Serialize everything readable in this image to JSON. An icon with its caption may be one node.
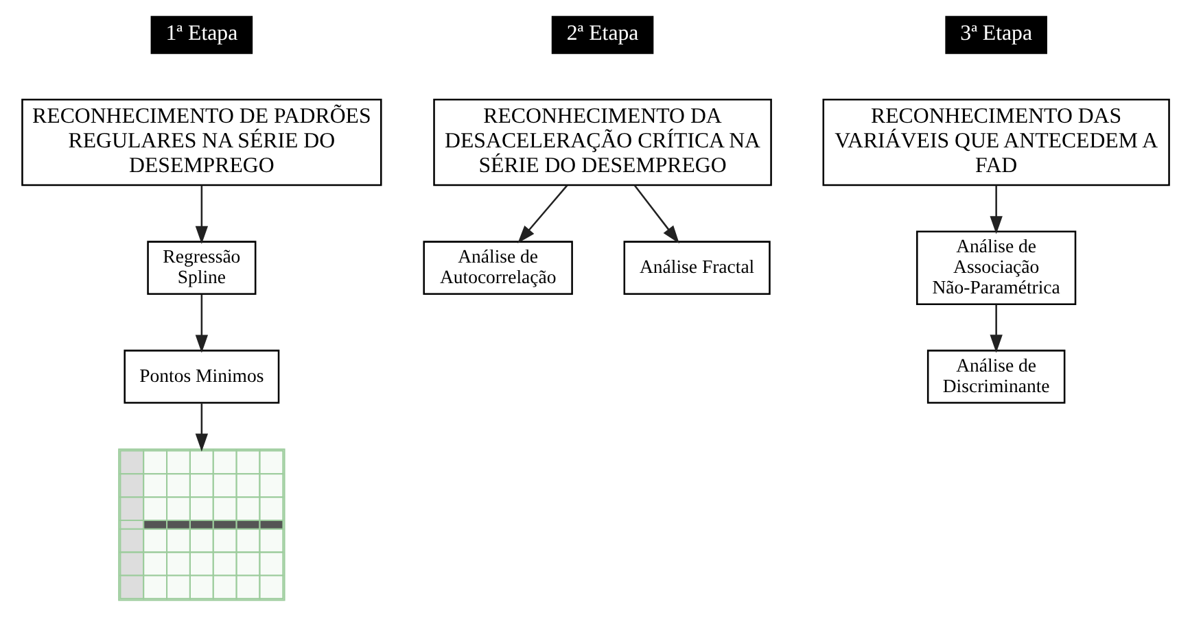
{
  "diagram": {
    "nodes": [
      {
        "text": [
          "1ª Etapa"
        ]
      },
      {
        "text": [
          "RECONHECIMENTO DE PADRÕES REGULARES NA SÉRIE DO DESEMPREGO"
        ]
      },
      {
        "text": [
          "Regressão Spline"
        ]
      },
      {
        "text": [
          "Pontos Minimos"
        ]
      },
      {
        "text": [],
        "shape": "picture"
      },
      {
        "text": [
          "2ª Etapa"
        ]
      },
      {
        "text": [
          "RECONHECIMENTO DA DESACELERAÇÃO CRÍTICA NA SÉRIE DO DESEMPREGO"
        ]
      },
      {
        "text": [
          "Análise de Autocorrelação"
        ]
      },
      {
        "text": [
          "Análise Fractal"
        ]
      },
      {
        "text": [
          "3ª Etapa"
        ]
      },
      {
        "text": [
          "RECONHECIMENTO DAS VARIÁVEIS QUE ANTECEDEM A FAD"
        ]
      },
      {
        "text": [
          "Análise de Associação Não-Paramétrica"
        ]
      },
      {
        "text": [
          "Análise de Discriminante"
        ]
      }
    ],
    "edges": [
      {
        "from": 1,
        "to": 2,
        "arrow": "to"
      },
      {
        "from": 2,
        "to": 3,
        "arrow": "to"
      },
      {
        "from": 3,
        "to": 4,
        "arrow": "to"
      },
      {
        "from": 6,
        "to": 7,
        "arrow": "to"
      },
      {
        "from": 6,
        "to": 8,
        "arrow": "to"
      },
      {
        "from": 10,
        "to": 11,
        "arrow": "to"
      },
      {
        "from": 11,
        "to": 12,
        "arrow": "to"
      }
    ]
  }
}
